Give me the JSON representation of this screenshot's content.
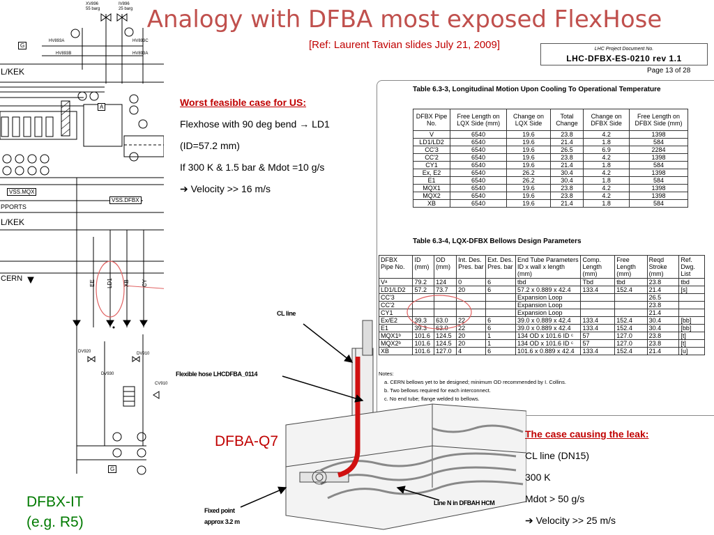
{
  "slide": {
    "title": "Analogy with DFBA most exposed FlexHose",
    "subtitle": "[Ref: Laurent Tavian slides July 21, 2009]"
  },
  "doc_header": {
    "project_label": "LHC Project Document No.",
    "doc_number": "LHC-DFBX-ES-0210 rev 1.1",
    "page": "Page 13 of 28"
  },
  "table1": {
    "caption": "Table 6.3-3, Longitudinal Motion Upon Cooling To Operational Temperature",
    "headers": [
      "DFBX Pipe No.",
      "Free Length on LQX Side (mm)",
      "Change on LQX Side",
      "Total Change",
      "Change on DFBX Side",
      "Free Length on DFBX Side (mm)"
    ],
    "rows": [
      [
        "V",
        "6540",
        "19.6",
        "23.8",
        "4.2",
        "1398"
      ],
      [
        "LD1/LD2",
        "6540",
        "19.6",
        "21.4",
        "1.8",
        "584"
      ],
      [
        "CC'3",
        "6540",
        "19.6",
        "26.5",
        "6.9",
        "2284"
      ],
      [
        "CC'2",
        "6540",
        "19.6",
        "23.8",
        "4.2",
        "1398"
      ],
      [
        "CY1",
        "6540",
        "19.6",
        "21.4",
        "1.8",
        "584"
      ],
      [
        "Ex, E2",
        "6540",
        "26.2",
        "30.4",
        "4.2",
        "1398"
      ],
      [
        "E1",
        "6540",
        "26.2",
        "30.4",
        "1.8",
        "584"
      ],
      [
        "MQX1",
        "6540",
        "19.6",
        "23.8",
        "4.2",
        "1398"
      ],
      [
        "MQX2",
        "6540",
        "19.6",
        "23.8",
        "4.2",
        "1398"
      ],
      [
        "XB",
        "6540",
        "19.6",
        "21.4",
        "1.8",
        "584"
      ]
    ]
  },
  "table2": {
    "caption": "Table 6.3-4, LQX-DFBX Bellows Design Parameters",
    "headers": [
      "DFBX Pipe No.",
      "ID (mm)",
      "OD (mm)",
      "Int. Des. Pres. bar",
      "Ext. Des. Pres. bar",
      "End Tube Parameters ID x wall x length (mm)",
      "Comp. Length (mm)",
      "Free Length (mm)",
      "Reqd Stroke (mm)",
      "Ref. Dwg. List"
    ],
    "rows": [
      [
        "Vᵃ",
        "79.2",
        "124",
        "0",
        "6",
        "tbd",
        "Tbd",
        "tbd",
        "23.8",
        "tbd"
      ],
      [
        "LD1/LD2",
        "57.2",
        "73.7",
        "20",
        "6",
        "57.2 x 0.889 x 42.4",
        "133.4",
        "152.4",
        "21.4",
        "[s]"
      ],
      [
        "CC'3",
        "",
        "",
        "",
        "",
        "Expansion Loop",
        "",
        "",
        "26.5",
        ""
      ],
      [
        "CC'2",
        "",
        "",
        "",
        "",
        "Expansion Loop",
        "",
        "",
        "23.8",
        ""
      ],
      [
        "CY1",
        "",
        "",
        "",
        "",
        "Expansion Loop",
        "",
        "",
        "21.4",
        ""
      ],
      [
        "Ex/E2",
        "39.3",
        "63.0",
        "22",
        "6",
        "39.0 x 0.889 x 42.4",
        "133.4",
        "152.4",
        "30.4",
        "[bb]"
      ],
      [
        "E1",
        "39.3",
        "63.0",
        "22",
        "6",
        "39.0 x 0.889 x 42.4",
        "133.4",
        "152.4",
        "30.4",
        "[bb]"
      ],
      [
        "MQX1ᵇ",
        "101.6",
        "124.5",
        "20",
        "1",
        "134 OD x 101.6 ID ᶜ",
        "57",
        "127.0",
        "23.8",
        "[t]"
      ],
      [
        "MQX2ᵇ",
        "101.6",
        "124.5",
        "20",
        "1",
        "134 OD x 101.6 ID ᶜ",
        "57",
        "127.0",
        "23.8",
        "[t]"
      ],
      [
        "XB",
        "101.6",
        "127.0",
        "4",
        "6",
        "101.6 x 0.889 x 42.4",
        "133.4",
        "152.4",
        "21.4",
        "[u]"
      ]
    ],
    "notes_title": "Notes:",
    "notes": [
      "a.    CERN bellows yet to be designed; minimum OD recommended by I. Collins.",
      "b.    Two bellows required for each interconnect.",
      "c.    No end tube; flange welded to bellows."
    ]
  },
  "us_case": {
    "heading": "Worst feasible case for US:",
    "lines": [
      "Flexhose with 90 deg bend → LD1",
      "(ID=57.2 mm)",
      "If 300 K & 1.5 bar & Mdot =10 g/s",
      "➔ Velocity >> 16 m/s"
    ]
  },
  "leak_case": {
    "heading": "The case causing the leak:",
    "lines": [
      "CL line (DN15)",
      "300 K",
      "Mdot > 50 g/s",
      "➔ Velocity >> 25 m/s"
    ]
  },
  "drawing": {
    "cl_line": "CL line",
    "flex_hose": "Flexible hose LHCDFBA_0114",
    "fixed_point_1": "Fixed point",
    "fixed_point_2": "approx 3.2 m",
    "line_n": "Line N in DFBAH HCM",
    "dfba_label": "DFBA-Q7"
  },
  "schematic": {
    "label": "DFBX-IT",
    "example": "(e.g. R5)",
    "lkek_1": "L/KEK",
    "lkek_2": "L/KEK",
    "supports": "PPORTS",
    "cern": "CERN",
    "vss_mqx": "VSS.MQX",
    "vss_dfbx": "VSS.DFBX",
    "g_label_1": "G",
    "g_label_2": "G",
    "a_label": "A",
    "valve_top_1": "XV896",
    "valve_top_1b": "55 barg",
    "valve_top_2": "IV896",
    "valve_top_2b": "25 barg",
    "hv_labels": [
      "HV893A",
      "HV893C",
      "HV893B",
      "HV893A"
    ],
    "col_labels": [
      "EE",
      "LD1",
      "XB",
      "CY"
    ],
    "dv_labels": [
      "DV920",
      "DV930",
      "DV910",
      "CV910"
    ]
  }
}
